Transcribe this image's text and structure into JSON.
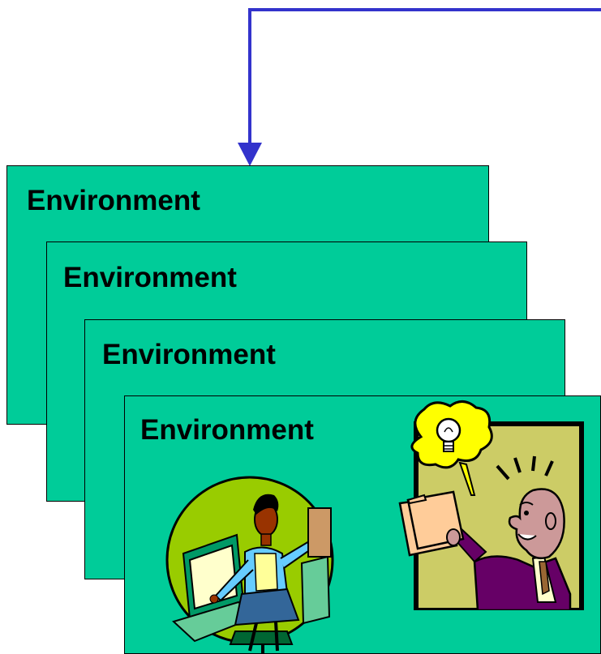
{
  "colors": {
    "card_fill": "#00cc99",
    "card_border": "#000000",
    "connector": "#3333cc",
    "circle_fill": "#99cc00",
    "frame_fill": "#cccc66"
  },
  "environments": [
    {
      "label": "Environment"
    },
    {
      "label": "Environment"
    },
    {
      "label": "Environment"
    },
    {
      "label": "Environment"
    }
  ],
  "icons": {
    "connector": "connector-arrow",
    "woman_clipart": "office-worker-icon",
    "man_clipart": "idea-man-icon",
    "bulb": "lightbulb-icon"
  }
}
